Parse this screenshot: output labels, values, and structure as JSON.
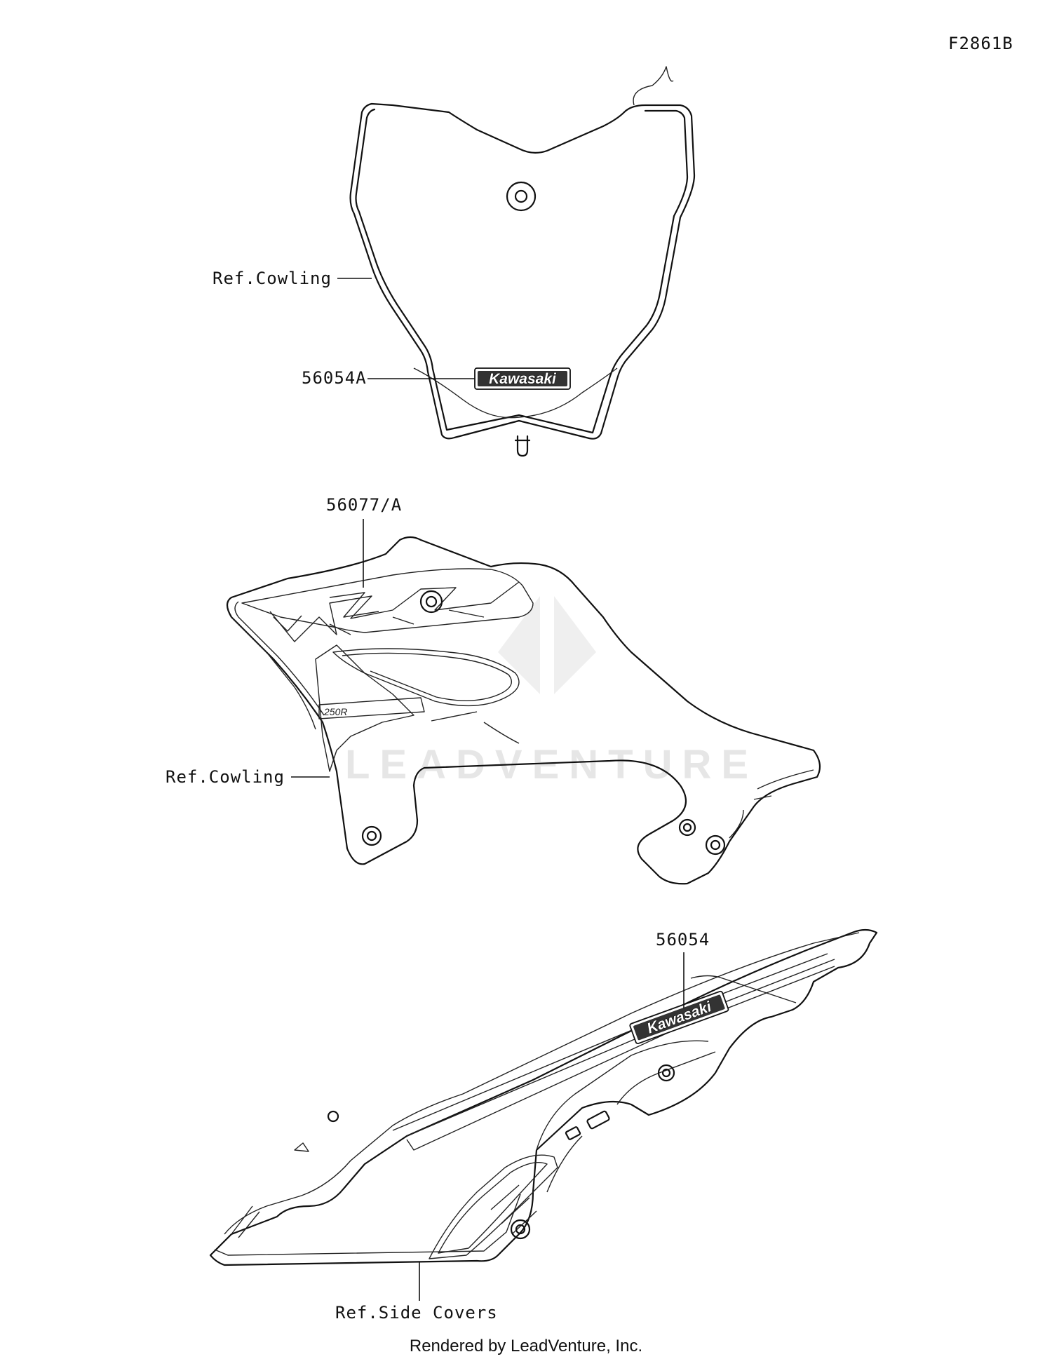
{
  "diagram_id": "F2861B",
  "watermark": "LEADVENTURE",
  "footer": "Rendered by LeadVenture, Inc.",
  "callouts": {
    "front_ref": "Ref.Cowling",
    "front_part": "56054A",
    "shroud_part": "56077/A",
    "shroud_ref": "Ref.Cowling",
    "side_part": "56054",
    "side_ref": "Ref.Side Covers"
  },
  "decals": {
    "front_logo": "Kawasaki",
    "side_logo": "Kawasaki"
  }
}
